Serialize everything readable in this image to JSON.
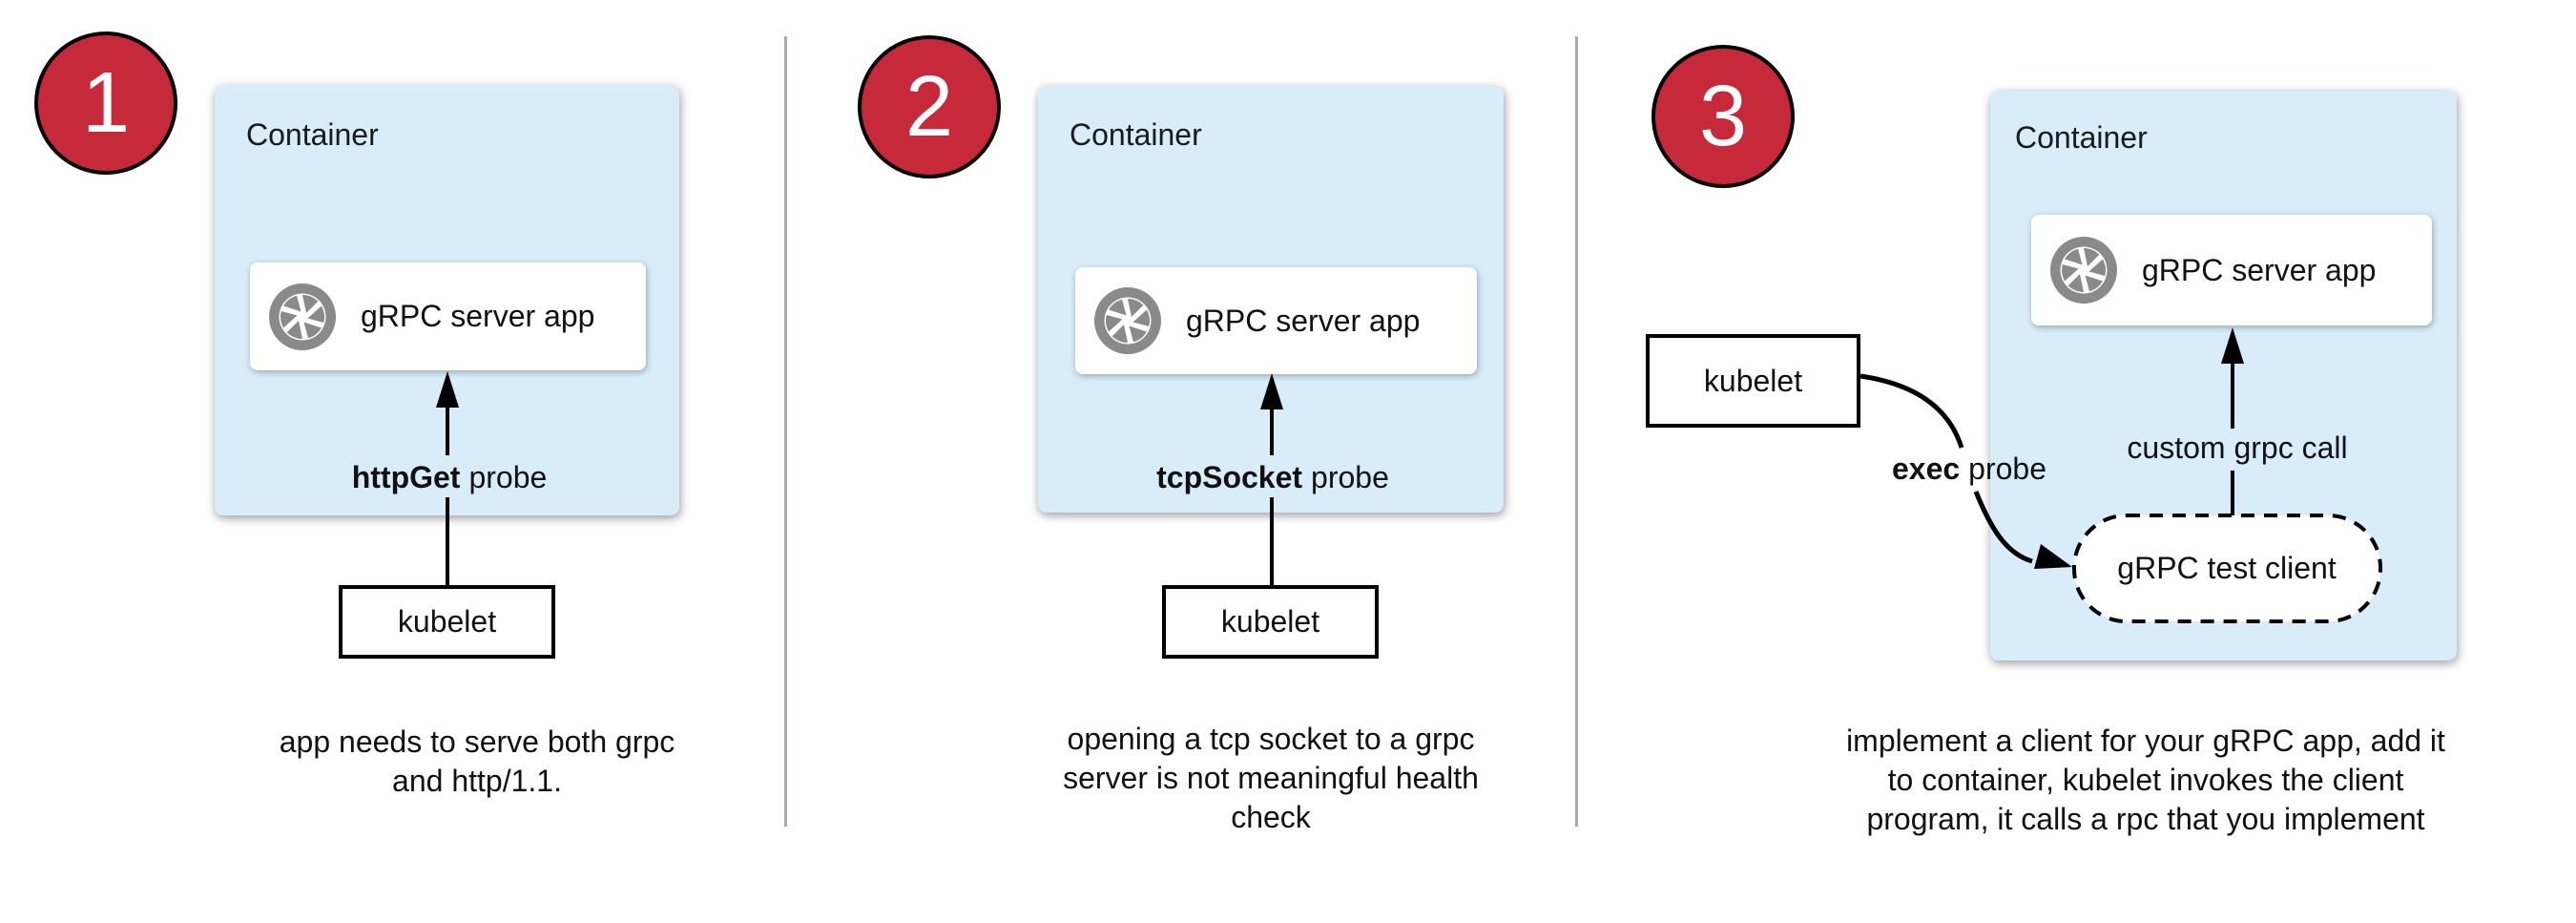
{
  "panels": [
    {
      "number": "1",
      "container_label": "Container",
      "app_label": "gRPC server app",
      "app_icon": "aperture-icon",
      "probe_bold": "httpGet",
      "probe_rest": "probe",
      "kubelet_label": "kubelet",
      "caption": "app needs to serve both grpc\nand http/1.1."
    },
    {
      "number": "2",
      "container_label": "Container",
      "app_label": "gRPC server app",
      "app_icon": "aperture-icon",
      "probe_bold": "tcpSocket",
      "probe_rest": "probe",
      "kubelet_label": "kubelet",
      "caption": "opening a tcp socket to a grpc\nserver is not meaningful health\ncheck"
    },
    {
      "number": "3",
      "container_label": "Container",
      "app_label": "gRPC server app",
      "app_icon": "aperture-icon",
      "probe_bold": "exec",
      "probe_rest": "probe",
      "kubelet_label": "kubelet",
      "custom_call_label": "custom grpc call",
      "test_client_label": "gRPC test client",
      "caption": "implement a client for your gRPC app, add it\nto container, kubelet invokes the client\nprogram, it calls a rpc that you implement"
    }
  ],
  "colors": {
    "container_fill": "#d8edf9",
    "badge_fill": "#c5293a",
    "badge_border": "#000000",
    "icon_gray": "#8a8a8a",
    "divider": "#a8a8a8",
    "line": "#000000",
    "text": "#111111"
  }
}
